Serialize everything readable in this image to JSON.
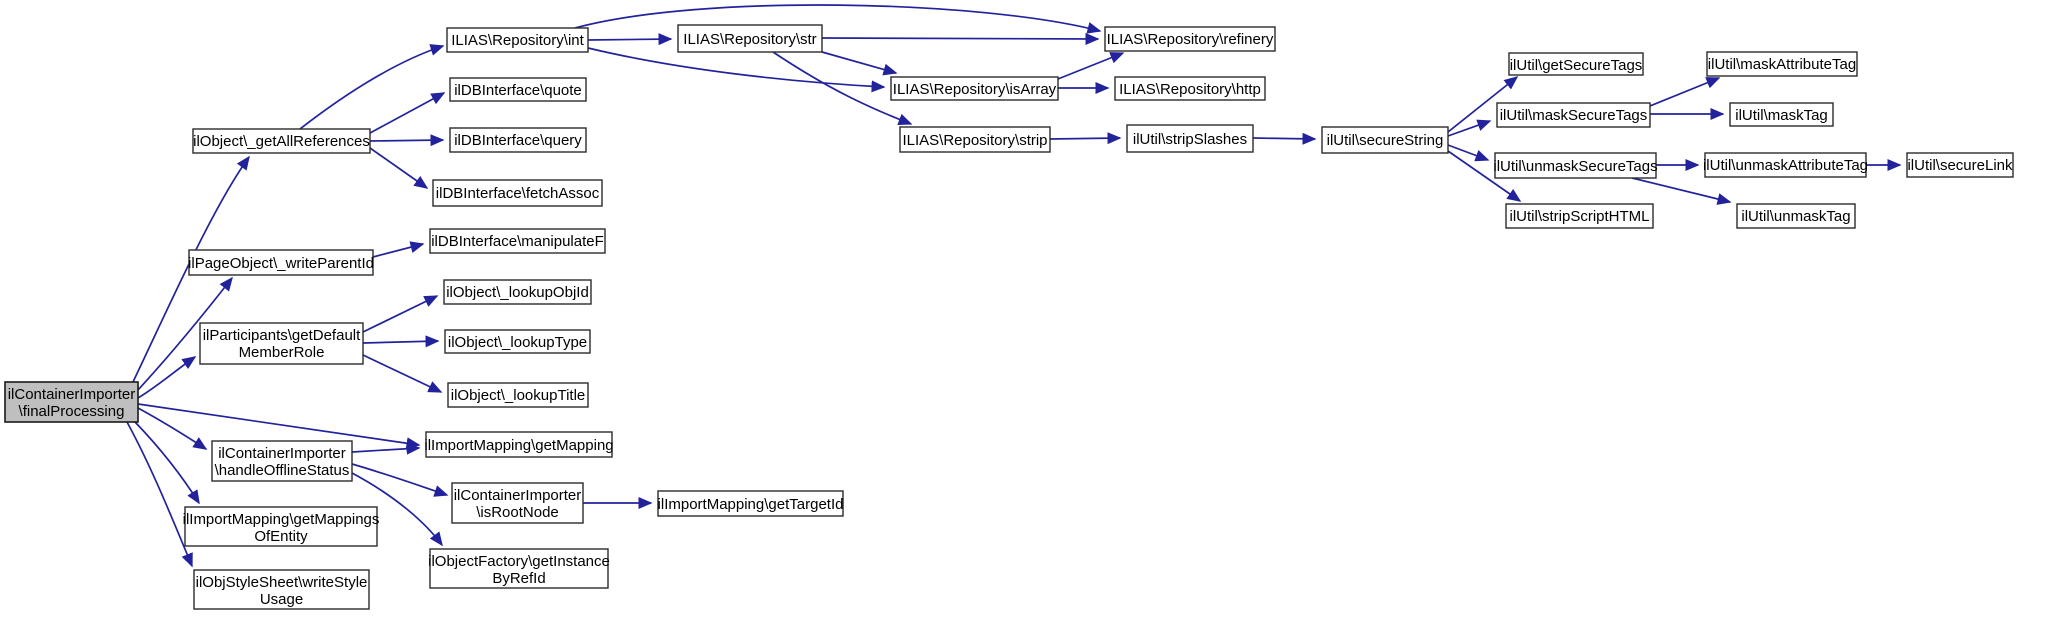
{
  "diagram": {
    "kind": "call-graph",
    "colors": {
      "background": "#ffffff",
      "edge": "#22229c",
      "node_fill": "#ffffff",
      "node_border": "#2b2b2b",
      "root_fill": "#bfbfbf",
      "text": "#000000"
    },
    "nodes": [
      {
        "id": "final-processing",
        "lines": [
          "ilContainerImporter",
          "\\finalProcessing"
        ]
      },
      {
        "id": "get-all-references",
        "lines": [
          "ilObject\\_getAllReferences"
        ]
      },
      {
        "id": "write-parent-id",
        "lines": [
          "ilPageObject\\_writeParentId"
        ]
      },
      {
        "id": "get-default-member-role",
        "lines": [
          "ilParticipants\\getDefault",
          "MemberRole"
        ]
      },
      {
        "id": "handle-offline-status",
        "lines": [
          "ilContainerImporter",
          "\\handleOfflineStatus"
        ]
      },
      {
        "id": "get-mappings-of-entity",
        "lines": [
          "ilImportMapping\\getMappings",
          "OfEntity"
        ]
      },
      {
        "id": "write-style-usage",
        "lines": [
          "ilObjStyleSheet\\writeStyle",
          "Usage"
        ]
      },
      {
        "id": "repo-int",
        "lines": [
          "ILIAS\\Repository\\int"
        ]
      },
      {
        "id": "db-quote",
        "lines": [
          "ilDBInterface\\quote"
        ]
      },
      {
        "id": "db-query",
        "lines": [
          "ilDBInterface\\query"
        ]
      },
      {
        "id": "db-fetch-assoc",
        "lines": [
          "ilDBInterface\\fetchAssoc"
        ]
      },
      {
        "id": "db-manipulate-f",
        "lines": [
          "ilDBInterface\\manipulateF"
        ]
      },
      {
        "id": "lookup-obj-id",
        "lines": [
          "ilObject\\_lookupObjId"
        ]
      },
      {
        "id": "lookup-type",
        "lines": [
          "ilObject\\_lookupType"
        ]
      },
      {
        "id": "lookup-title",
        "lines": [
          "ilObject\\_lookupTitle"
        ]
      },
      {
        "id": "get-mapping",
        "lines": [
          "ilImportMapping\\getMapping"
        ]
      },
      {
        "id": "is-root-node",
        "lines": [
          "ilContainerImporter",
          "\\isRootNode"
        ]
      },
      {
        "id": "get-instance-by-ref-id",
        "lines": [
          "ilObjectFactory\\getInstance",
          "ByRefId"
        ]
      },
      {
        "id": "get-target-id",
        "lines": [
          "ilImportMapping\\getTargetId"
        ]
      },
      {
        "id": "repo-str",
        "lines": [
          "ILIAS\\Repository\\str"
        ]
      },
      {
        "id": "repo-is-array",
        "lines": [
          "ILIAS\\Repository\\isArray"
        ]
      },
      {
        "id": "repo-strip",
        "lines": [
          "ILIAS\\Repository\\strip"
        ]
      },
      {
        "id": "repo-refinery",
        "lines": [
          "ILIAS\\Repository\\refinery"
        ]
      },
      {
        "id": "repo-http",
        "lines": [
          "ILIAS\\Repository\\http"
        ]
      },
      {
        "id": "strip-slashes",
        "lines": [
          "ilUtil\\stripSlashes"
        ]
      },
      {
        "id": "secure-string",
        "lines": [
          "ilUtil\\secureString"
        ]
      },
      {
        "id": "get-secure-tags",
        "lines": [
          "ilUtil\\getSecureTags"
        ]
      },
      {
        "id": "mask-secure-tags",
        "lines": [
          "ilUtil\\maskSecureTags"
        ]
      },
      {
        "id": "unmask-secure-tags",
        "lines": [
          "ilUtil\\unmaskSecureTags"
        ]
      },
      {
        "id": "strip-script-html",
        "lines": [
          "ilUtil\\stripScriptHTML"
        ]
      },
      {
        "id": "mask-attribute-tag",
        "lines": [
          "ilUtil\\maskAttributeTag"
        ]
      },
      {
        "id": "mask-tag",
        "lines": [
          "ilUtil\\maskTag"
        ]
      },
      {
        "id": "unmask-attribute-tag",
        "lines": [
          "ilUtil\\unmaskAttributeTag"
        ]
      },
      {
        "id": "secure-link",
        "lines": [
          "ilUtil\\secureLink"
        ]
      },
      {
        "id": "unmask-tag",
        "lines": [
          "ilUtil\\unmaskTag"
        ]
      }
    ],
    "edges": [
      {
        "from": "final-processing",
        "to": "get-all-references"
      },
      {
        "from": "final-processing",
        "to": "write-parent-id"
      },
      {
        "from": "final-processing",
        "to": "get-default-member-role"
      },
      {
        "from": "final-processing",
        "to": "get-mapping"
      },
      {
        "from": "final-processing",
        "to": "handle-offline-status"
      },
      {
        "from": "final-processing",
        "to": "get-mappings-of-entity"
      },
      {
        "from": "final-processing",
        "to": "write-style-usage"
      },
      {
        "from": "get-all-references",
        "to": "repo-int"
      },
      {
        "from": "get-all-references",
        "to": "db-quote"
      },
      {
        "from": "get-all-references",
        "to": "db-query"
      },
      {
        "from": "get-all-references",
        "to": "db-fetch-assoc"
      },
      {
        "from": "write-parent-id",
        "to": "db-manipulate-f"
      },
      {
        "from": "get-default-member-role",
        "to": "lookup-obj-id"
      },
      {
        "from": "get-default-member-role",
        "to": "lookup-type"
      },
      {
        "from": "get-default-member-role",
        "to": "lookup-title"
      },
      {
        "from": "handle-offline-status",
        "to": "get-mapping"
      },
      {
        "from": "handle-offline-status",
        "to": "is-root-node"
      },
      {
        "from": "handle-offline-status",
        "to": "get-instance-by-ref-id"
      },
      {
        "from": "is-root-node",
        "to": "get-target-id"
      },
      {
        "from": "repo-int",
        "to": "repo-str"
      },
      {
        "from": "repo-int",
        "to": "repo-refinery"
      },
      {
        "from": "repo-int",
        "to": "repo-is-array"
      },
      {
        "from": "repo-str",
        "to": "repo-refinery"
      },
      {
        "from": "repo-str",
        "to": "repo-is-array"
      },
      {
        "from": "repo-str",
        "to": "repo-strip"
      },
      {
        "from": "repo-is-array",
        "to": "repo-refinery"
      },
      {
        "from": "repo-is-array",
        "to": "repo-http"
      },
      {
        "from": "repo-strip",
        "to": "strip-slashes"
      },
      {
        "from": "strip-slashes",
        "to": "secure-string"
      },
      {
        "from": "secure-string",
        "to": "get-secure-tags"
      },
      {
        "from": "secure-string",
        "to": "mask-secure-tags"
      },
      {
        "from": "secure-string",
        "to": "unmask-secure-tags"
      },
      {
        "from": "secure-string",
        "to": "strip-script-html"
      },
      {
        "from": "mask-secure-tags",
        "to": "mask-attribute-tag"
      },
      {
        "from": "mask-secure-tags",
        "to": "mask-tag"
      },
      {
        "from": "unmask-secure-tags",
        "to": "unmask-attribute-tag"
      },
      {
        "from": "unmask-secure-tags",
        "to": "unmask-tag"
      },
      {
        "from": "unmask-attribute-tag",
        "to": "secure-link"
      }
    ]
  }
}
